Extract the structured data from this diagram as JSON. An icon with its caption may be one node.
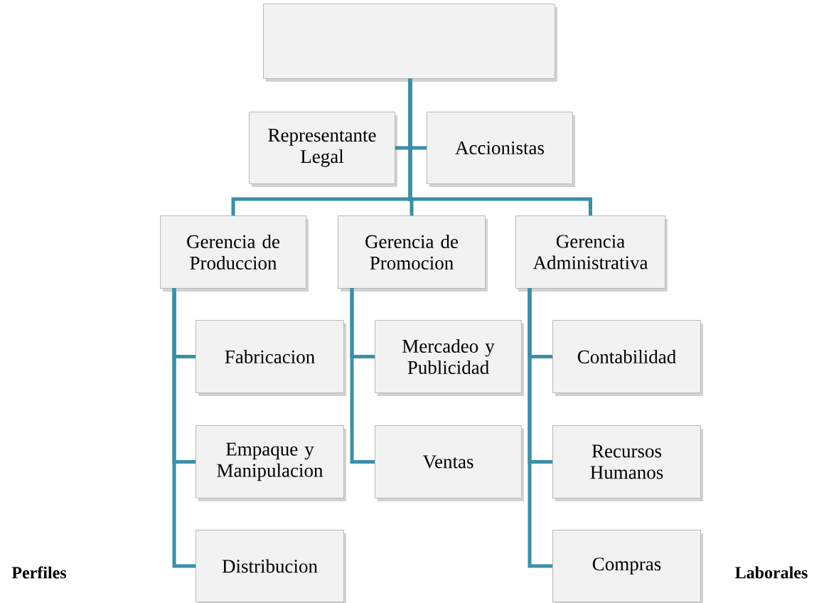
{
  "diagram": {
    "nodes": [
      {
        "text": [],
        "shape": "box"
      },
      {
        "text": [
          "Representante Legal"
        ]
      },
      {
        "text": [
          "Accionistas"
        ]
      },
      {
        "text": [
          "Gerencia de Produccion"
        ]
      },
      {
        "text": [
          "Gerencia de Promocion"
        ]
      },
      {
        "text": [
          "Gerencia Administrativa"
        ]
      },
      {
        "text": [
          "Fabricacion"
        ]
      },
      {
        "text": [
          "Empaque y Manipulacion"
        ]
      },
      {
        "text": [
          "Distribucion"
        ]
      },
      {
        "text": [
          "Mercadeo y Publicidad"
        ]
      },
      {
        "text": [
          "Ventas"
        ]
      },
      {
        "text": [
          "Contabilidad"
        ]
      },
      {
        "text": [
          "Recursos Humanos"
        ]
      },
      {
        "text": [
          "Compras"
        ]
      }
    ],
    "edges": [
      {
        "from": 0,
        "to": 1,
        "arrow": "none"
      },
      {
        "from": 0,
        "to": 2,
        "arrow": "none"
      },
      {
        "from": 0,
        "to": 3,
        "arrow": "none"
      },
      {
        "from": 0,
        "to": 4,
        "arrow": "none"
      },
      {
        "from": 0,
        "to": 5,
        "arrow": "none"
      },
      {
        "from": 3,
        "to": 6,
        "arrow": "none"
      },
      {
        "from": 3,
        "to": 7,
        "arrow": "none"
      },
      {
        "from": 3,
        "to": 8,
        "arrow": "none"
      },
      {
        "from": 4,
        "to": 9,
        "arrow": "none"
      },
      {
        "from": 4,
        "to": 10,
        "arrow": "none"
      },
      {
        "from": 5,
        "to": 11,
        "arrow": "none"
      },
      {
        "from": 5,
        "to": 12,
        "arrow": "none"
      },
      {
        "from": 5,
        "to": 13,
        "arrow": "none"
      }
    ],
    "labels": [
      "Perfiles",
      "Laborales"
    ]
  }
}
